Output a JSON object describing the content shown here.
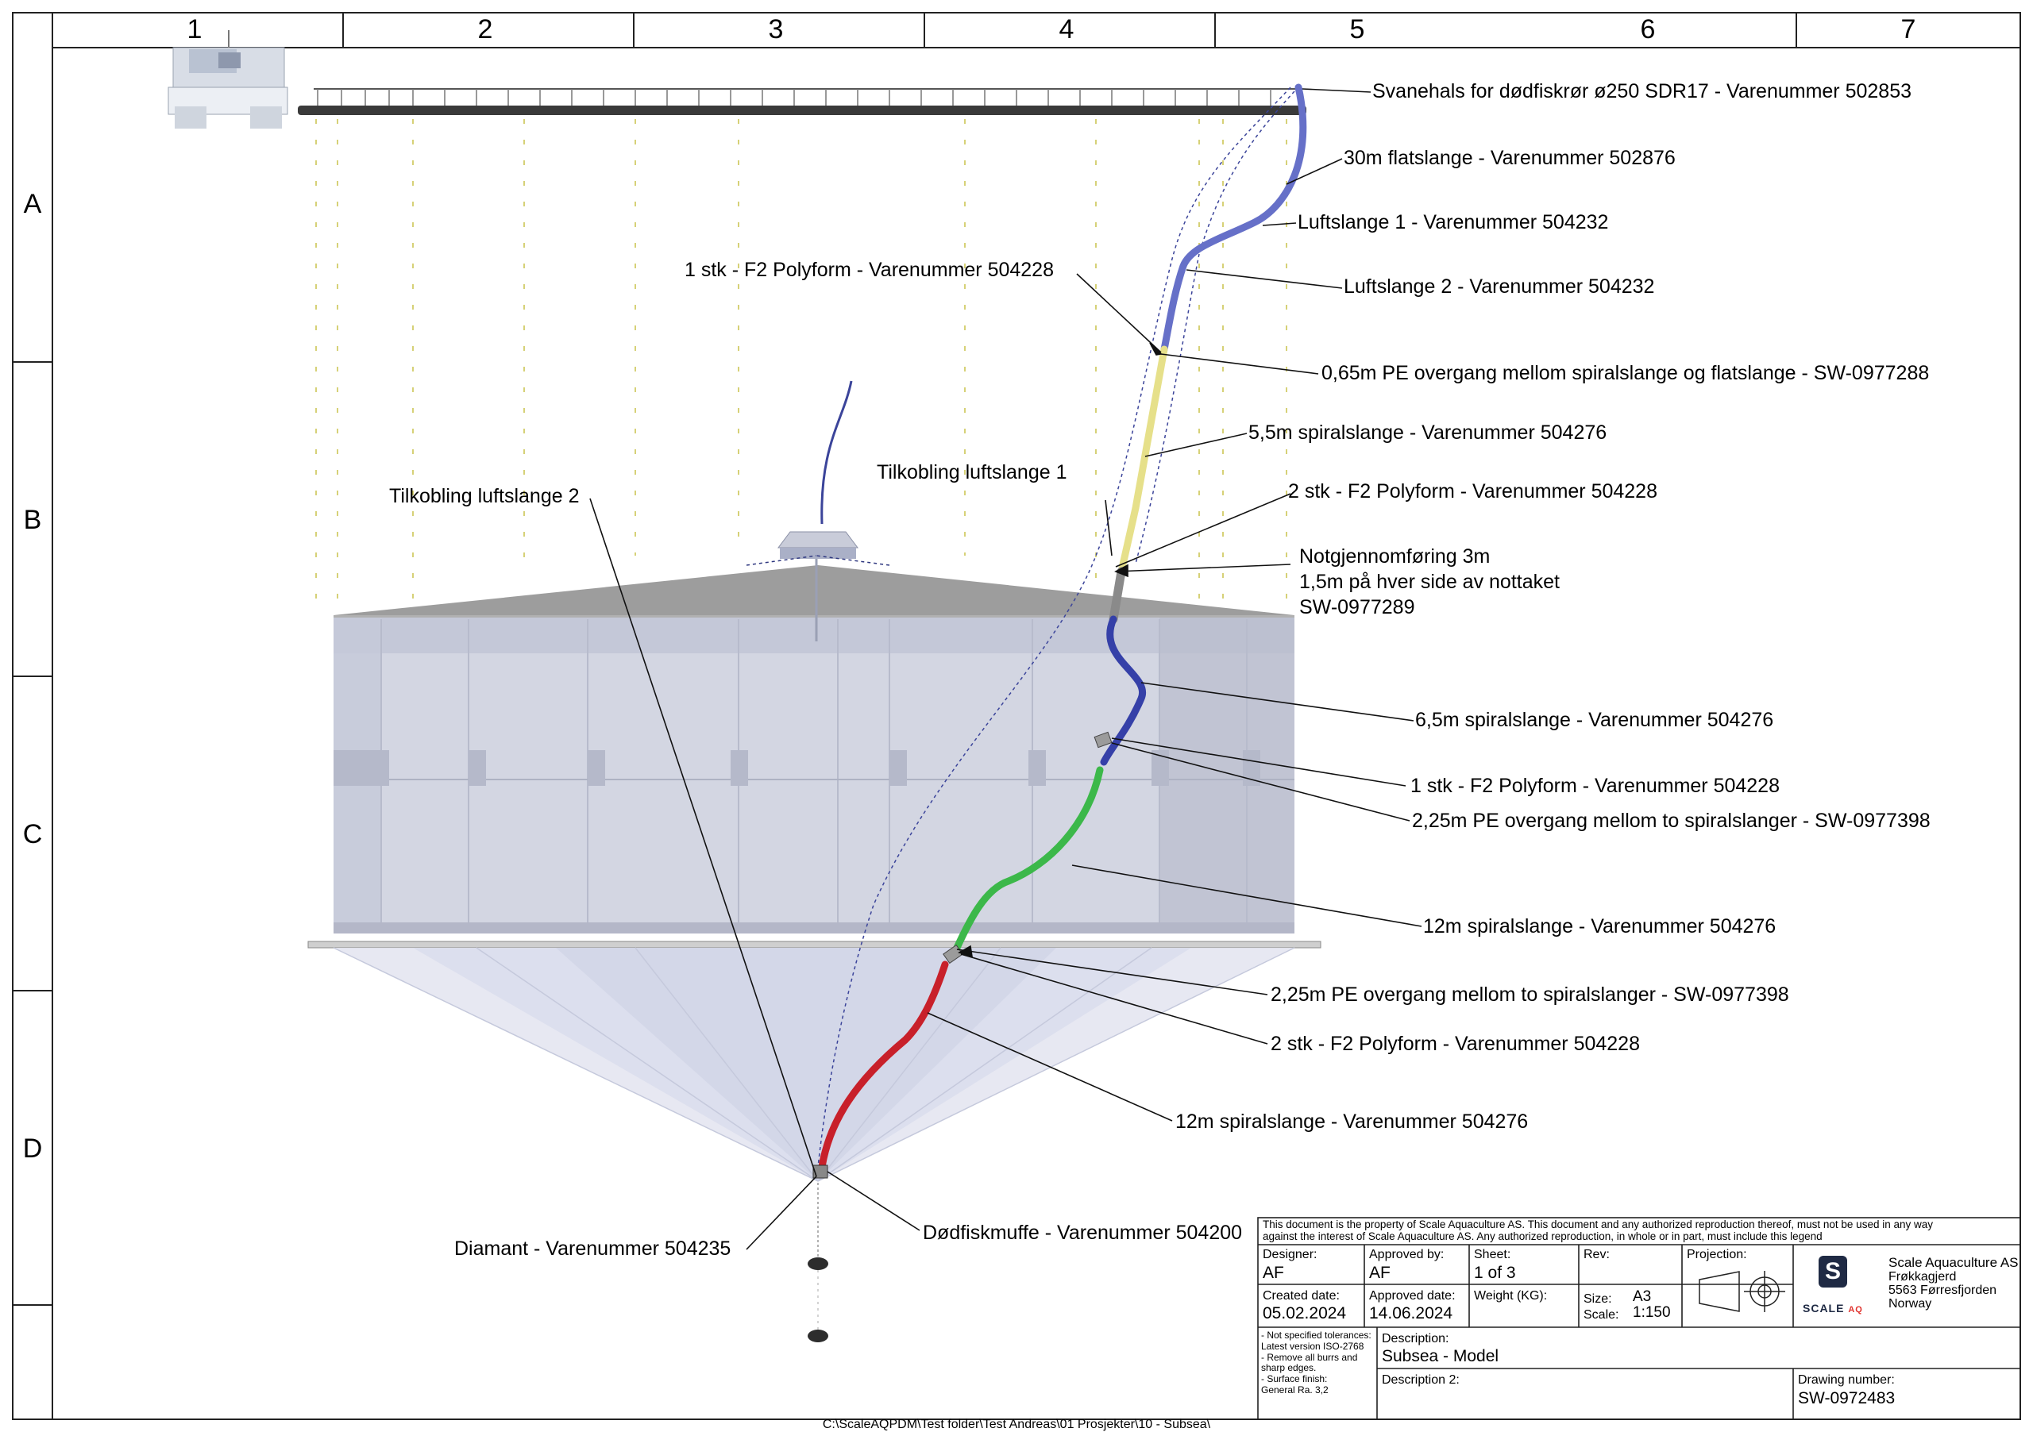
{
  "zone_columns": [
    "1",
    "2",
    "3",
    "4",
    "5",
    "6",
    "7"
  ],
  "zone_rows": [
    "A",
    "B",
    "C",
    "D"
  ],
  "callouts": {
    "svanehals": "Svanehals for dødfiskrør ø250 SDR17 - Varenummer 502853",
    "flatslange": "30m flatslange - Varenummer 502876",
    "luftslange1": "Luftslange 1 - Varenummer 504232",
    "polyform_top": "1 stk - F2 Polyform  - Varenummer 504228",
    "luftslange2": "Luftslange 2 - Varenummer 504232",
    "pe_overgang_top": "0,65m PE overgang mellom spiralslange og flatslange - SW-0977288",
    "spiral_55": "5,5m spiralslange - Varenummer 504276",
    "tilkobling1": "Tilkobling luftslange 1",
    "tilkobling2": "Tilkobling luftslange 2",
    "polyform_2stk_upper": "2 stk - F2 Polyform - Varenummer 504228",
    "notgjennomforing_1": "Notgjennomføring 3m",
    "notgjennomforing_2": "1,5m på hver side av nottaket",
    "notgjennomforing_3": "SW-0977289",
    "spiral_65": "6,5m spiralslange - Varenummer 504276",
    "polyform_1stk_mid": "1 stk - F2 Polyform - Varenummer 504228",
    "pe_overgang_mid": "2,25m PE overgang mellom to spiralslanger - SW-0977398",
    "spiral_12_upper": "12m spiralslange - Varenummer 504276",
    "pe_overgang_low": "2,25m PE overgang mellom to spiralslanger - SW-0977398",
    "polyform_2stk_low": "2 stk - F2 Polyform  - Varenummer 504228",
    "spiral_12_lower": "12m spiralslange - Varenummer 504276",
    "diamant": "Diamant  - Varenummer 504235",
    "dodfiskmuffe": "Dødfiskmuffe - Varenummer 504200"
  },
  "hose_colors": {
    "flatslange": "#6670c8",
    "spiral_55": "#e6e08a",
    "spiral_65": "#3540a8",
    "spiral_12_upper": "#3cb84a",
    "spiral_12_lower": "#c8202a"
  },
  "title_block": {
    "notice_1": "This document is the property of Scale Aquaculture AS. This document and any authorized reproduction thereof, must not be used in any way",
    "notice_2": "against the interest of Scale Aquaculture AS. Any authorized reproduction, in whole or in part, must include this legend",
    "designer_label": "Designer:",
    "designer_value": "AF",
    "approved_by_label": "Approved by:",
    "approved_by_value": "AF",
    "sheet_label": "Sheet:",
    "sheet_value": "1  of  3",
    "rev_label": "Rev:",
    "projection_label": "Projection:",
    "created_label": "Created date:",
    "created_value": "05.02.2024",
    "approved_date_label": "Approved date:",
    "approved_date_value": "14.06.2024",
    "weight_label": "Weight (KG):",
    "size_label": "Size:",
    "size_value": "A3",
    "scale_label": "Scale:",
    "scale_value": "1:150",
    "tolerances": "- Not specified tolerances:\n  Latest version ISO-2768\n- Remove all burrs and\n  sharp edges.\n- Surface finish:\n  General Ra. 3,2",
    "description_label": "Description:",
    "description_value": "Subsea - Model",
    "description2_label": "Description 2:",
    "drawing_number_label": "Drawing number:",
    "drawing_number_value": "SW-0972483",
    "company_name": "Scale Aquaculture AS",
    "company_address_1": "Frøkkagjerd",
    "company_address_2": "5563 Førresfjorden",
    "company_country": "Norway",
    "logo_letter": "S",
    "logo_text": "SCALE",
    "logo_suffix": "AQ"
  },
  "file_path": "C:\\ScaleAQPDM\\Test folder\\Test Andreas\\01 Prosjekter\\10 - Subsea\\"
}
